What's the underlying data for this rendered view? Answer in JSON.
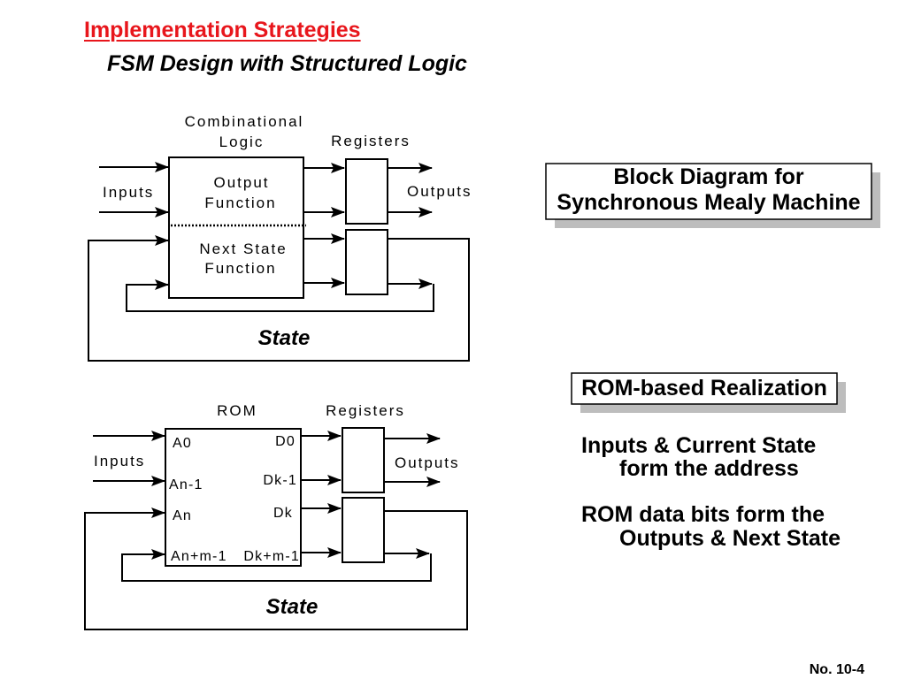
{
  "header": {
    "title": "Implementation Strategies",
    "subtitle": "FSM Design with Structured Logic"
  },
  "mealy_diagram": {
    "logic_heading": [
      "Combinational",
      "Logic"
    ],
    "registers_heading": "Registers",
    "inputs_label": "Inputs",
    "outputs_label": "Outputs",
    "output_function": [
      "Output",
      "Function"
    ],
    "next_state_function": [
      "Next State",
      "Function"
    ],
    "state_label": "State"
  },
  "rom_diagram": {
    "rom_heading": "ROM",
    "registers_heading": "Registers",
    "inputs_label": "Inputs",
    "outputs_label": "Outputs",
    "address_pins": [
      "A0",
      "An-1",
      "An",
      "An+m-1"
    ],
    "data_pins": [
      "D0",
      "Dk-1",
      "Dk",
      "Dk+m-1"
    ],
    "state_label": "State"
  },
  "callouts": {
    "mealy": [
      "Block Diagram for",
      "Synchronous Mealy Machine"
    ],
    "rom": "ROM-based Realization"
  },
  "notes": [
    [
      "Inputs & Current State",
      "form the address"
    ],
    [
      "ROM data bits form the",
      "Outputs & Next State"
    ]
  ],
  "footer": {
    "page_number": "No. 10-4"
  },
  "colors": {
    "title": "#e8161c",
    "text": "#000000",
    "shadow": "#bdbdbd"
  }
}
